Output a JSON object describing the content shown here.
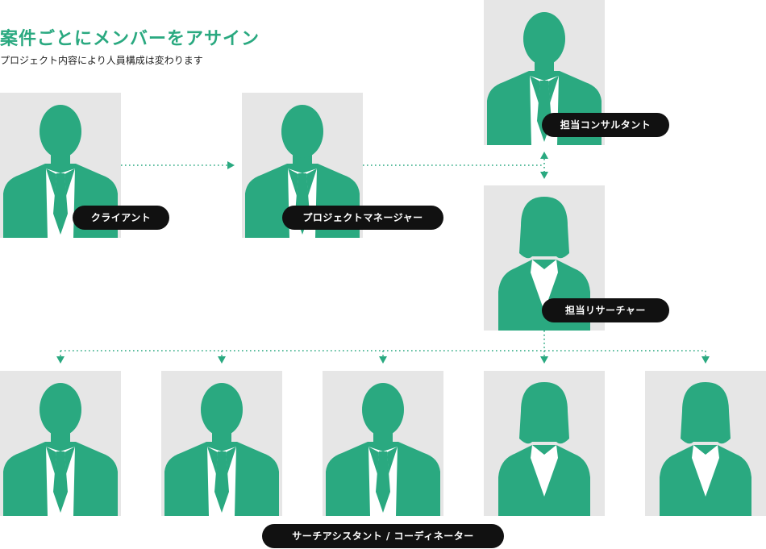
{
  "header": {
    "title": "案件ごとにメンバーをアサイン",
    "subtitle": "プロジェクト内容により人員構成は変わります"
  },
  "colors": {
    "accent": "#2aa980",
    "photo_bg": "#e6e6e6",
    "label_bg": "#111111",
    "label_text": "#ffffff",
    "shirt": "#ffffff"
  },
  "roles": {
    "client": "クライアント",
    "project_manager": "プロジェクトマネージャー",
    "consultant": "担当コンサルタント",
    "researcher": "担当リサーチャー",
    "assistants": "サーチアシスタント / コーディネーター"
  },
  "people": [
    {
      "role": "client",
      "figure": "male"
    },
    {
      "role": "project_manager",
      "figure": "male"
    },
    {
      "role": "consultant",
      "figure": "male"
    },
    {
      "role": "researcher",
      "figure": "female"
    },
    {
      "role": "assistants",
      "figure": "male"
    },
    {
      "role": "assistants",
      "figure": "male"
    },
    {
      "role": "assistants",
      "figure": "male"
    },
    {
      "role": "assistants",
      "figure": "female"
    },
    {
      "role": "assistants",
      "figure": "female"
    }
  ]
}
